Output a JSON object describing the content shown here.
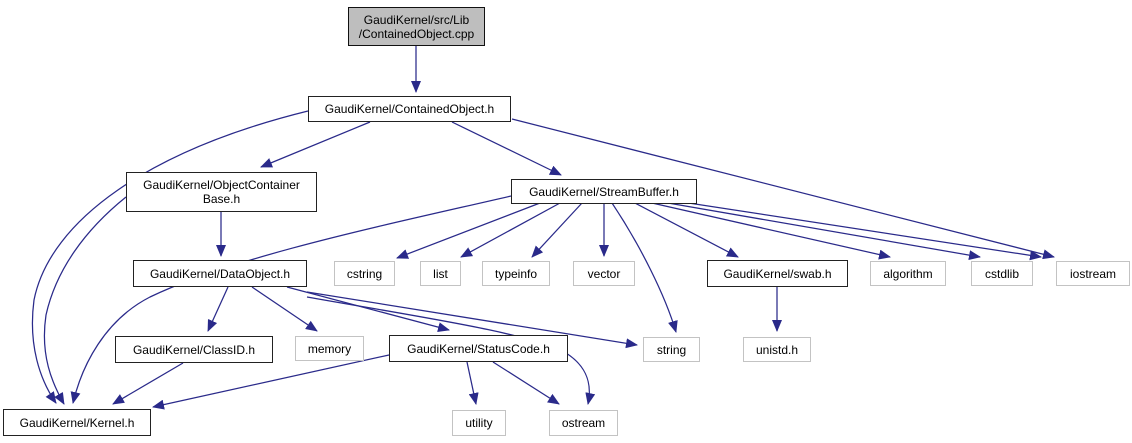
{
  "diagram": {
    "kind": "include-dependency-graph",
    "edge_color": "#2a2a8a",
    "focus_fill": "#bebebe",
    "nodes": [
      {
        "id": "containedobject-cpp",
        "label": "GaudiKernel/src/Lib\n/ContainedObject.cpp",
        "type": "focus"
      },
      {
        "id": "containedobject-h",
        "label": "GaudiKernel/ContainedObject.h",
        "type": "internal"
      },
      {
        "id": "objectcontainerbase-h",
        "label": "GaudiKernel/ObjectContainer\nBase.h",
        "type": "internal"
      },
      {
        "id": "streambuffer-h",
        "label": "GaudiKernel/StreamBuffer.h",
        "type": "internal"
      },
      {
        "id": "dataobject-h",
        "label": "GaudiKernel/DataObject.h",
        "type": "internal"
      },
      {
        "id": "cstring",
        "label": "cstring",
        "type": "system"
      },
      {
        "id": "list",
        "label": "list",
        "type": "system"
      },
      {
        "id": "typeinfo",
        "label": "typeinfo",
        "type": "system"
      },
      {
        "id": "vector",
        "label": "vector",
        "type": "system"
      },
      {
        "id": "swab-h",
        "label": "GaudiKernel/swab.h",
        "type": "internal"
      },
      {
        "id": "algorithm",
        "label": "algorithm",
        "type": "system"
      },
      {
        "id": "cstdlib",
        "label": "cstdlib",
        "type": "system"
      },
      {
        "id": "iostream",
        "label": "iostream",
        "type": "system"
      },
      {
        "id": "classid-h",
        "label": "GaudiKernel/ClassID.h",
        "type": "internal"
      },
      {
        "id": "memory",
        "label": "memory",
        "type": "system"
      },
      {
        "id": "statuscode-h",
        "label": "GaudiKernel/StatusCode.h",
        "type": "internal"
      },
      {
        "id": "string",
        "label": "string",
        "type": "system"
      },
      {
        "id": "unistd-h",
        "label": "unistd.h",
        "type": "system"
      },
      {
        "id": "kernel-h",
        "label": "GaudiKernel/Kernel.h",
        "type": "internal"
      },
      {
        "id": "utility",
        "label": "utility",
        "type": "system"
      },
      {
        "id": "ostream",
        "label": "ostream",
        "type": "system"
      }
    ],
    "edges": [
      {
        "from": "containedobject-cpp",
        "to": "containedobject-h"
      },
      {
        "from": "containedobject-h",
        "to": "objectcontainerbase-h"
      },
      {
        "from": "containedobject-h",
        "to": "streambuffer-h"
      },
      {
        "from": "containedobject-h",
        "to": "iostream"
      },
      {
        "from": "containedobject-h",
        "to": "kernel-h"
      },
      {
        "from": "objectcontainerbase-h",
        "to": "dataobject-h"
      },
      {
        "from": "objectcontainerbase-h",
        "to": "kernel-h"
      },
      {
        "from": "streambuffer-h",
        "to": "cstring"
      },
      {
        "from": "streambuffer-h",
        "to": "list"
      },
      {
        "from": "streambuffer-h",
        "to": "typeinfo"
      },
      {
        "from": "streambuffer-h",
        "to": "vector"
      },
      {
        "from": "streambuffer-h",
        "to": "string"
      },
      {
        "from": "streambuffer-h",
        "to": "swab-h"
      },
      {
        "from": "streambuffer-h",
        "to": "algorithm"
      },
      {
        "from": "streambuffer-h",
        "to": "cstdlib"
      },
      {
        "from": "streambuffer-h",
        "to": "iostream"
      },
      {
        "from": "streambuffer-h",
        "to": "kernel-h"
      },
      {
        "from": "dataobject-h",
        "to": "classid-h"
      },
      {
        "from": "dataobject-h",
        "to": "memory"
      },
      {
        "from": "dataobject-h",
        "to": "statuscode-h"
      },
      {
        "from": "dataobject-h",
        "to": "string"
      },
      {
        "from": "dataobject-h",
        "to": "ostream"
      },
      {
        "from": "classid-h",
        "to": "kernel-h"
      },
      {
        "from": "statuscode-h",
        "to": "kernel-h"
      },
      {
        "from": "statuscode-h",
        "to": "utility"
      },
      {
        "from": "statuscode-h",
        "to": "ostream"
      },
      {
        "from": "swab-h",
        "to": "unistd-h"
      }
    ]
  }
}
